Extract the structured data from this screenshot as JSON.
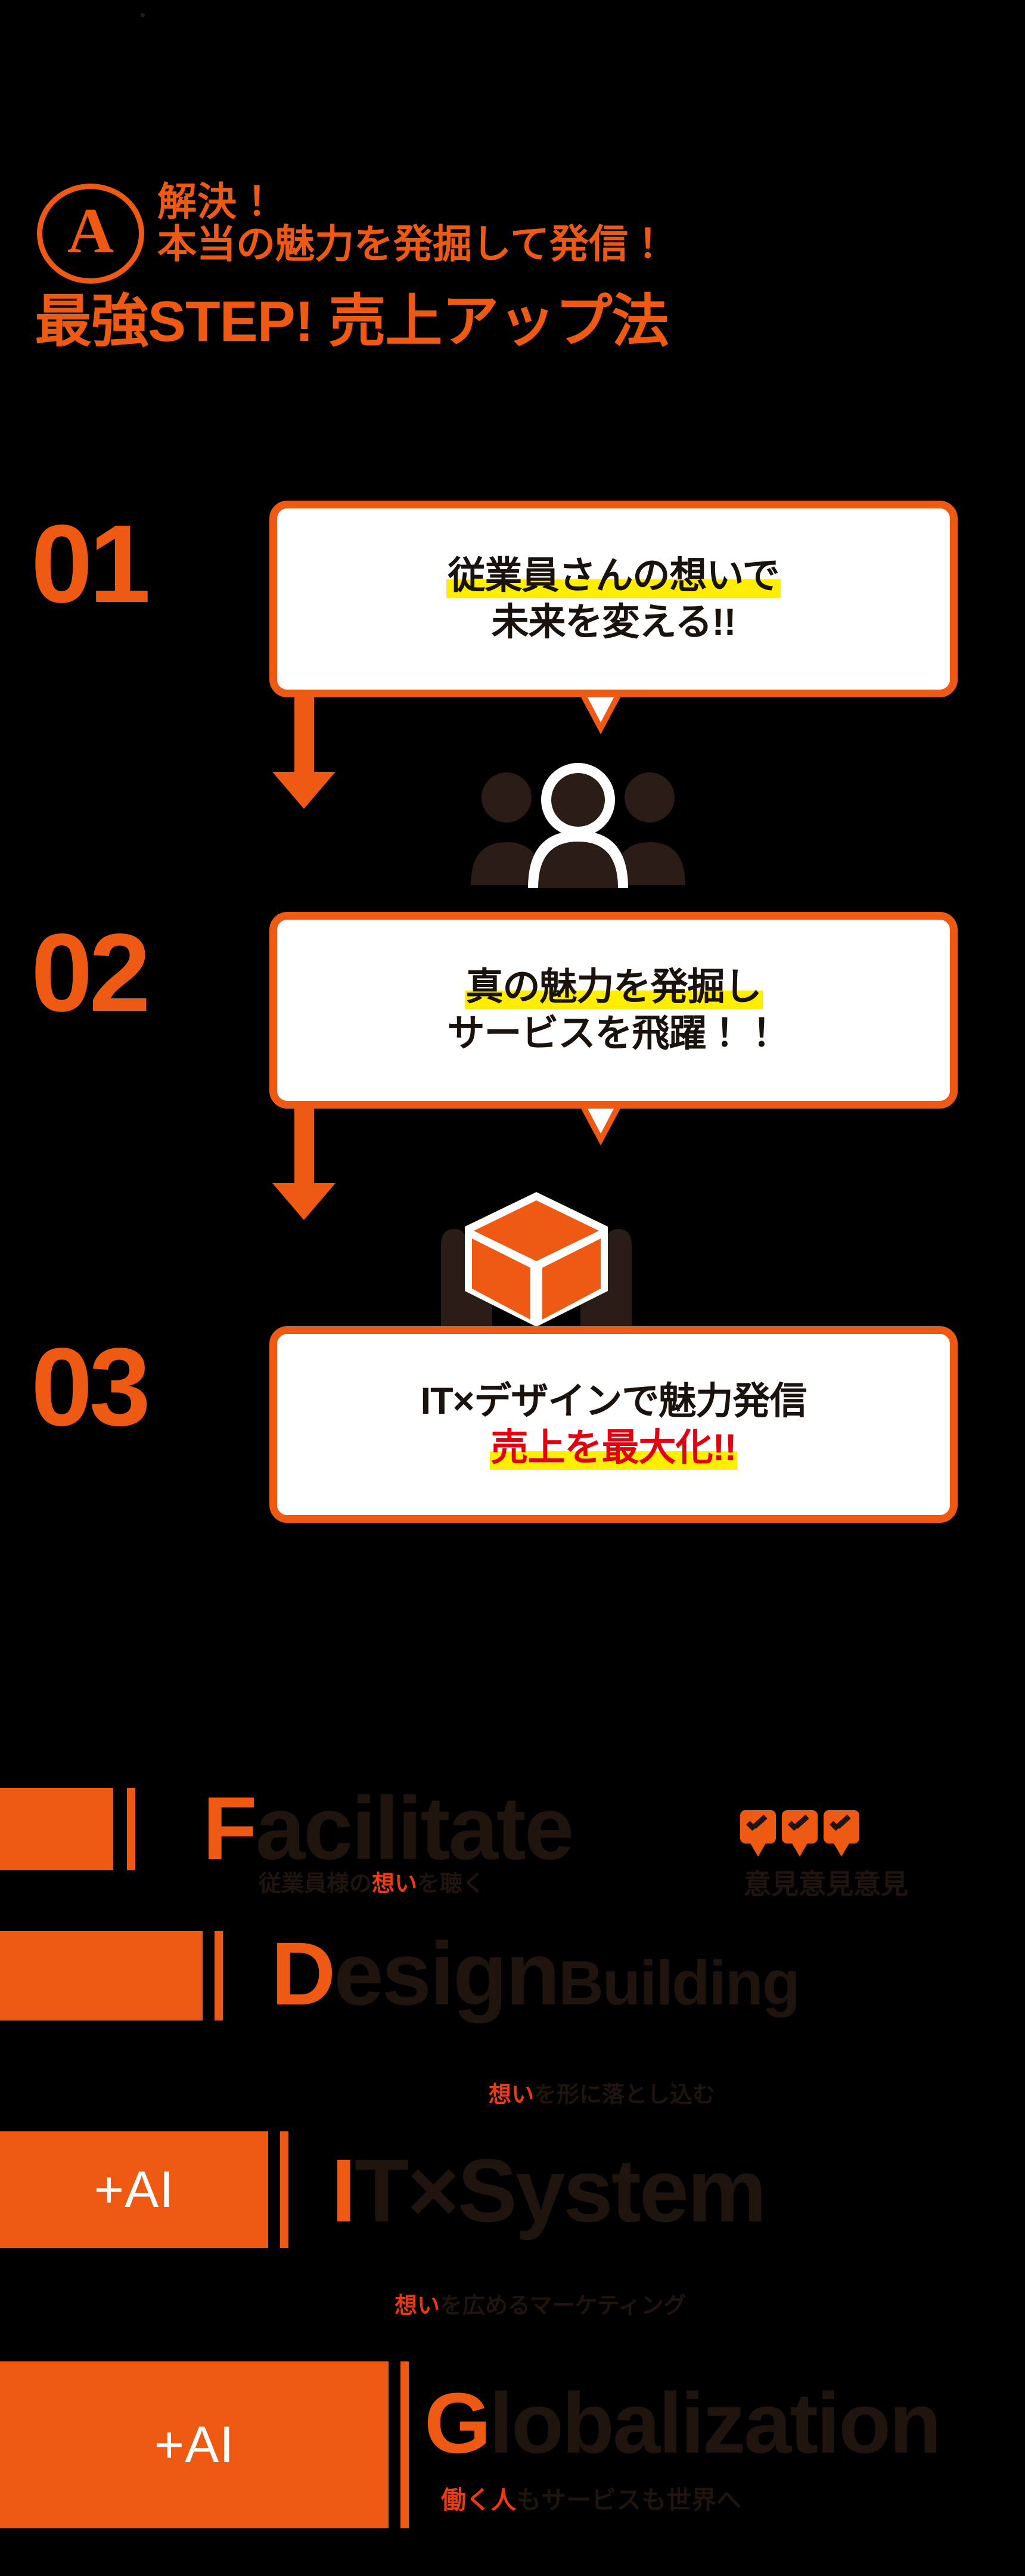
{
  "header": {
    "badge": "A",
    "line1": "解決！",
    "line2": "本当の魅力を発掘して発信！",
    "headline": "最強STEP! 売上アップ法"
  },
  "steps": [
    {
      "number": "01",
      "line1": "従業員さんの想いで",
      "line2": "未来を変える!!",
      "icon": "people-icon"
    },
    {
      "number": "02",
      "line1": "真の魅力を発掘し",
      "line2": "サービスを飛躍！！",
      "icon": "hands-box-icon"
    },
    {
      "number": "03",
      "line1": "IT×デザインで魅力発信",
      "line2": "売上を最大化!!",
      "icon": ""
    }
  ],
  "services": [
    {
      "chip": "",
      "title_cap": "F",
      "title_rest": "acilitate",
      "title_sub": "",
      "subtitle_pre": "従業員様の",
      "subtitle_em": "想い",
      "subtitle_post": "を聴く",
      "chat_icons": 3
    },
    {
      "chip": "",
      "title_cap": "D",
      "title_rest": "esign",
      "title_sub": "Building",
      "subtitle_pre": "",
      "subtitle_em": "想い",
      "subtitle_post": "を形に落とし込む",
      "chat_icons": 0
    },
    {
      "chip": "+AI",
      "title_cap": "I",
      "title_rest": "T×System",
      "title_sub": "",
      "subtitle_pre": "",
      "subtitle_em": "想い",
      "subtitle_post": "を広めるマーケティング",
      "chat_icons": 0
    },
    {
      "chip": "+AI",
      "title_cap": "G",
      "title_rest": "lobalization",
      "title_sub": "",
      "subtitle_pre": "",
      "subtitle_em": "働く人",
      "subtitle_post": "もサービスも世界へ",
      "chat_icons": 0
    }
  ],
  "colors": {
    "accent": "#ee5a14",
    "highlight": "#ffee00",
    "red": "#e3000f",
    "dark": "#1f140e",
    "background": "#000000"
  }
}
